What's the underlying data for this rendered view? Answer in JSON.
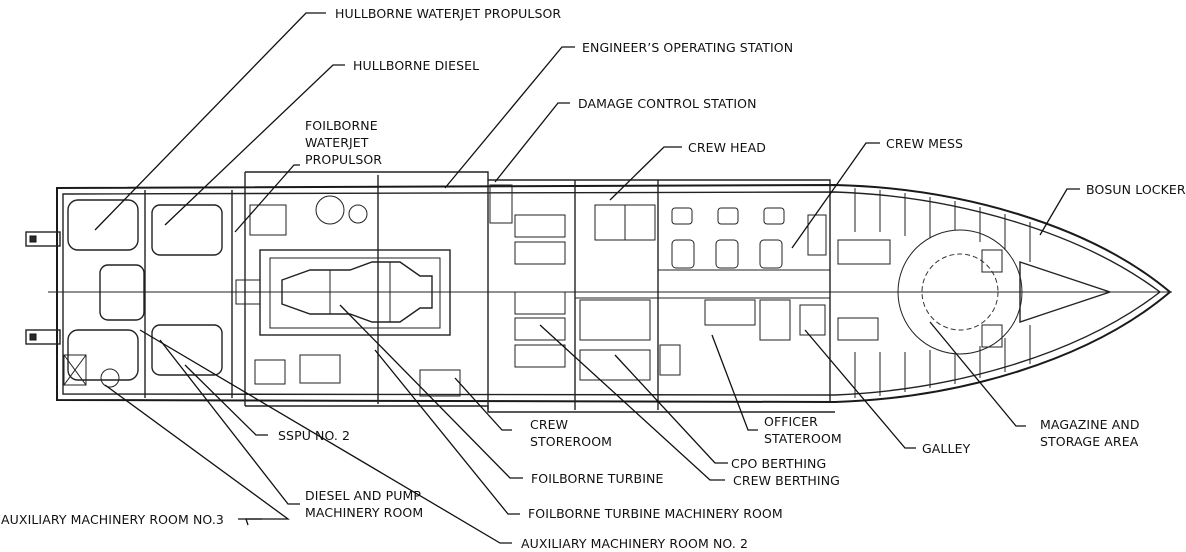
{
  "labels": {
    "hullborne_waterjet": "HULLBORNE WATERJET PROPULSOR",
    "hullborne_diesel": "HULLBORNE DIESEL",
    "foilborne_waterjet": [
      "FOILBORNE",
      "WATERJET",
      "PROPULSOR"
    ],
    "engineers_station": "ENGINEER’S OPERATING STATION",
    "damage_control": "DAMAGE CONTROL STATION",
    "crew_head": "CREW HEAD",
    "crew_mess": "CREW MESS",
    "bosun_locker": "BOSUN LOCKER",
    "magazine": [
      "MAGAZINE AND",
      "STORAGE AREA"
    ],
    "galley": "GALLEY",
    "officer_stateroom": [
      "OFFICER",
      "STATEROOM"
    ],
    "cpo_berthing": "CPO BERTHING",
    "crew_berthing": "CREW BERTHING",
    "crew_storeroom": [
      "CREW",
      "STOREROOM"
    ],
    "foilborne_turbine": "FOILBORNE TURBINE",
    "foilborne_turbine_room": "FOILBORNE TURBINE MACHINERY ROOM",
    "aux_room_2": "AUXILIARY MACHINERY ROOM NO. 2",
    "aux_room_3": "AUXILIARY MACHINERY ROOM NO.3",
    "diesel_pump_room": [
      "DIESEL AND PUMP",
      "MACHINERY ROOM"
    ],
    "sspu": "SSPU NO. 2"
  }
}
